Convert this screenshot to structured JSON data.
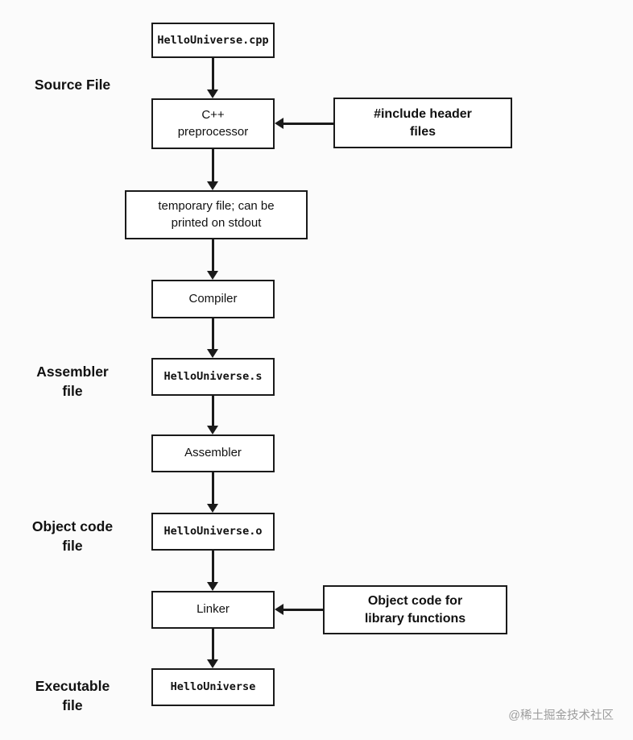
{
  "diagram": {
    "nodes": {
      "source_cpp": {
        "label": "HelloUniverse.cpp"
      },
      "preprocessor": {
        "line1": "C++",
        "line2": "preprocessor"
      },
      "temp_file": {
        "line1": "temporary file; can be",
        "line2": "printed on stdout"
      },
      "compiler": {
        "label": "Compiler"
      },
      "assembler_s": {
        "label": "HelloUniverse.s"
      },
      "assembler": {
        "label": "Assembler"
      },
      "object_o": {
        "label": "HelloUniverse.o"
      },
      "linker": {
        "label": "Linker"
      },
      "executable": {
        "label": "HelloUniverse"
      },
      "include_headers": {
        "line1": "#include header",
        "line2": "files"
      },
      "object_lib": {
        "line1": "Object code for",
        "line2": "library functions"
      }
    },
    "side_labels": {
      "source_file": {
        "line1": "Source File"
      },
      "assembler_file": {
        "line1": "Assembler",
        "line2": "file"
      },
      "object_code_file": {
        "line1": "Object code",
        "line2": "file"
      },
      "executable_file": {
        "line1": "Executable",
        "line2": "file"
      }
    },
    "colors": {
      "line": "#1a1a1a",
      "box_fill": "#ffffff",
      "background": "#fbfbfb",
      "watermark": "#9c9c9c"
    },
    "watermark": "@稀土掘金技术社区"
  }
}
